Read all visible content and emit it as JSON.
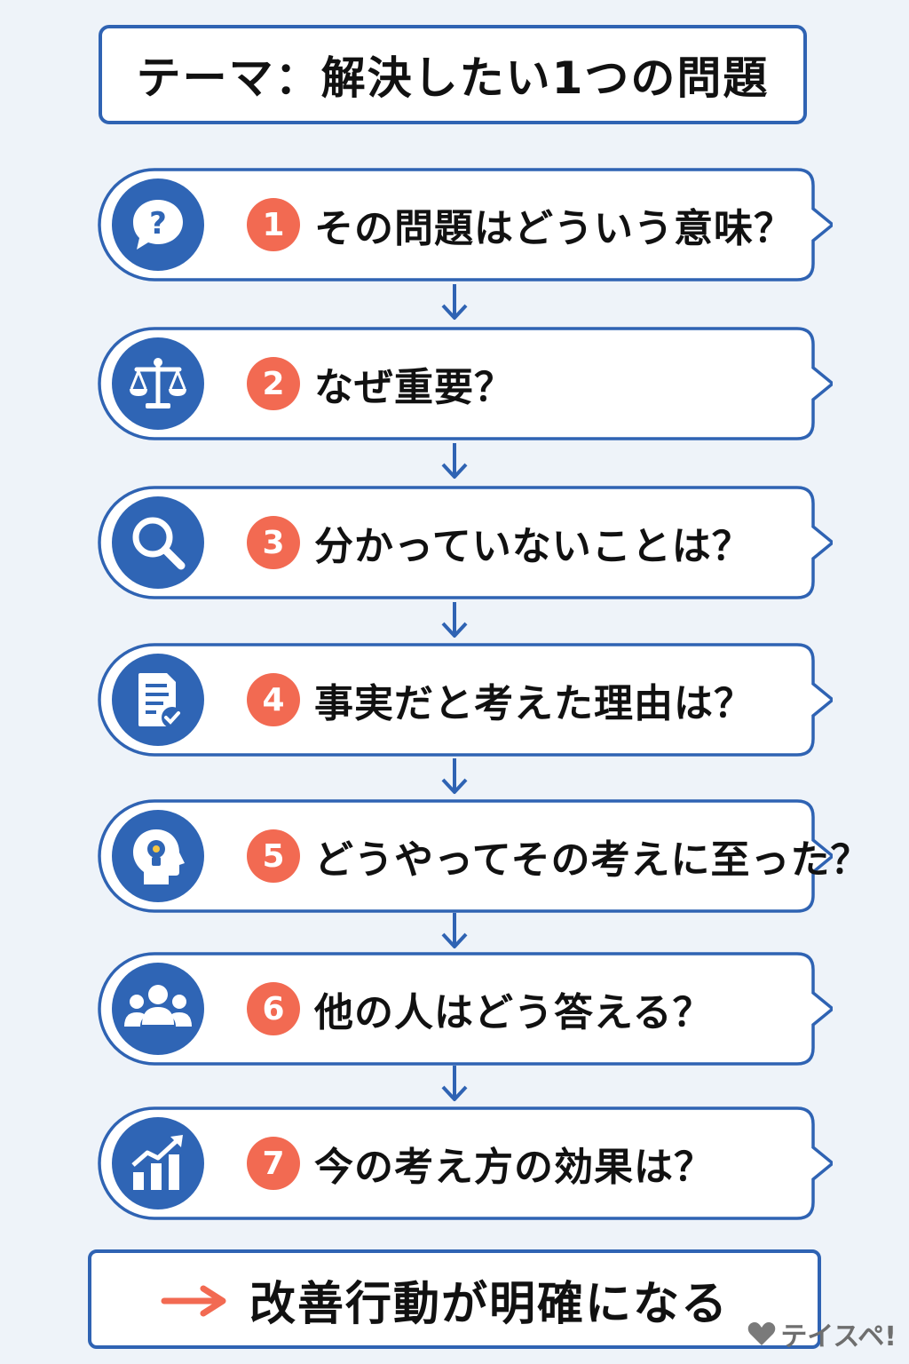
{
  "title": "テーマ：解決したい1つの問題",
  "steps": [
    {
      "number": "1",
      "text": "その問題はどういう意味？",
      "icon": "question-bubble-icon"
    },
    {
      "number": "2",
      "text": "なぜ重要？",
      "icon": "scales-icon"
    },
    {
      "number": "3",
      "text": "分かっていないことは？",
      "icon": "magnifier-icon"
    },
    {
      "number": "4",
      "text": "事実だと考えた理由は？",
      "icon": "document-check-icon"
    },
    {
      "number": "5",
      "text": "どうやってその考えに至った？",
      "icon": "head-lightbulb-icon"
    },
    {
      "number": "6",
      "text": "他の人はどう答える？",
      "icon": "people-group-icon"
    },
    {
      "number": "7",
      "text": "今の考え方の効果は？",
      "icon": "growth-chart-icon"
    }
  ],
  "result": {
    "text": "改善行動が明確になる",
    "icon": "right-arrow-icon"
  },
  "watermark": {
    "text": "テイスペ!",
    "icon": "heart-logo-icon"
  },
  "colors": {
    "primary": "#2f65b5",
    "accent": "#f26a52",
    "background": "#eef3f9"
  }
}
